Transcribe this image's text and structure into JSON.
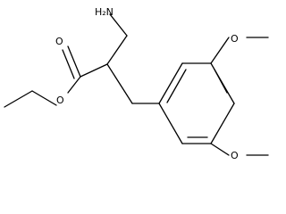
{
  "molecule": {
    "labels": {
      "amine": "H₂N",
      "carbonyl_oxygen": "O",
      "ester_oxygen": "O",
      "methoxy_top": "O",
      "methoxy_bottom": "O"
    }
  }
}
